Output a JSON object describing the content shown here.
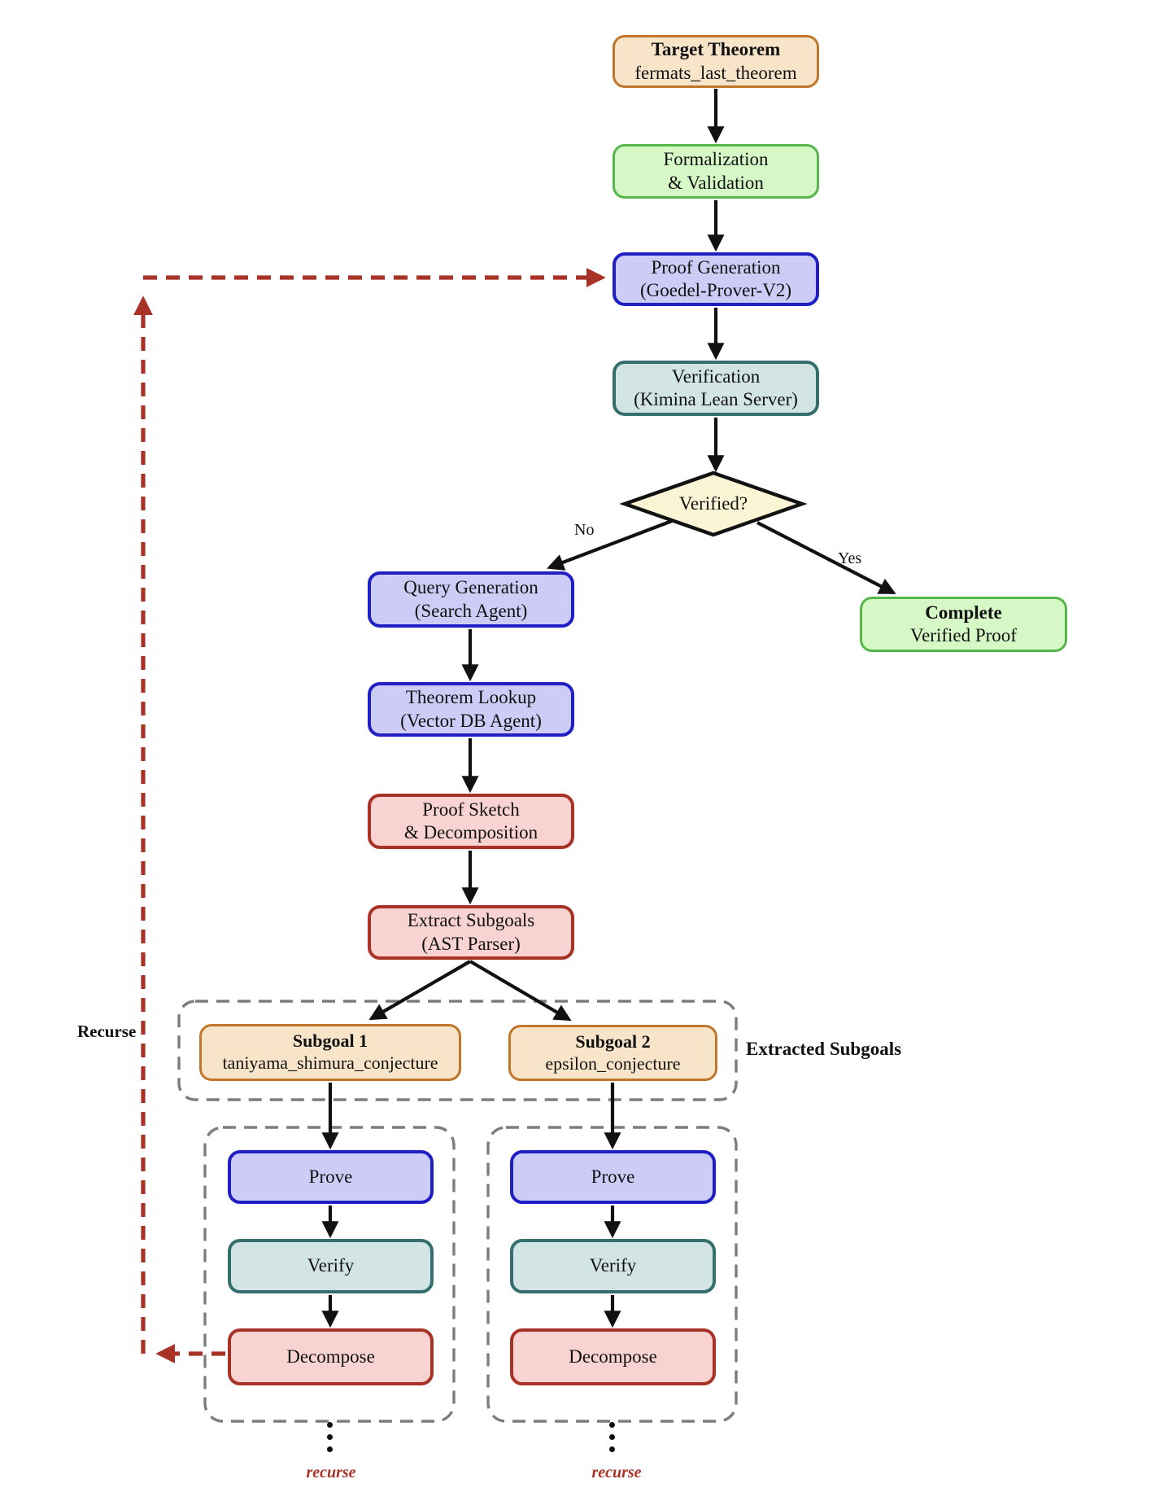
{
  "nodes": {
    "target_theorem": {
      "title": "Target Theorem",
      "subtitle": "fermats_last_theorem"
    },
    "formalization": {
      "line1": "Formalization",
      "line2": "& Validation"
    },
    "proof_generation": {
      "line1": "Proof Generation",
      "line2": "(Goedel-Prover-V2)"
    },
    "verification": {
      "line1": "Verification",
      "line2": "(Kimina Lean Server)"
    },
    "decision": {
      "label": "Verified?"
    },
    "query_generation": {
      "line1": "Query Generation",
      "line2": "(Search Agent)"
    },
    "complete": {
      "title": "Complete",
      "subtitle": "Verified Proof"
    },
    "theorem_lookup": {
      "line1": "Theorem Lookup",
      "line2": "(Vector DB Agent)"
    },
    "proof_sketch": {
      "line1": "Proof Sketch",
      "line2": "& Decomposition"
    },
    "extract_subgoals": {
      "line1": "Extract Subgoals",
      "line2": "(AST Parser)"
    },
    "subgoal_1": {
      "title": "Subgoal 1",
      "subtitle": "taniyama_shimura_conjecture"
    },
    "subgoal_2": {
      "title": "Subgoal 2",
      "subtitle": "epsilon_conjecture"
    },
    "prove_1": {
      "label": "Prove"
    },
    "verify_1": {
      "label": "Verify"
    },
    "decompose_1": {
      "label": "Decompose"
    },
    "prove_2": {
      "label": "Prove"
    },
    "verify_2": {
      "label": "Verify"
    },
    "decompose_2": {
      "label": "Decompose"
    }
  },
  "edge_labels": {
    "no": "No",
    "yes": "Yes",
    "recurse_loop": "Recurse"
  },
  "containers": {
    "extracted_subgoals_label": "Extracted Subgoals"
  },
  "footer": {
    "recurse_1": "recurse",
    "recurse_2": "recurse"
  },
  "colors": {
    "orange_fill": "#f8e4c8",
    "orange_border": "#c0762b",
    "green_fill": "#d6f8c6",
    "green_border": "#55b649",
    "blue_fill": "#cdccf7",
    "blue_border": "#1f1fc4",
    "teal_fill": "#d2e4e3",
    "teal_border": "#346f6e",
    "red_fill": "#f8d3d1",
    "red_border": "#a93226",
    "diamond_fill": "#faf5d5",
    "arrow_black": "#111111",
    "loop_red": "#a93226",
    "container_gray": "#7d7d7d",
    "recurse_text": "#a93226"
  }
}
